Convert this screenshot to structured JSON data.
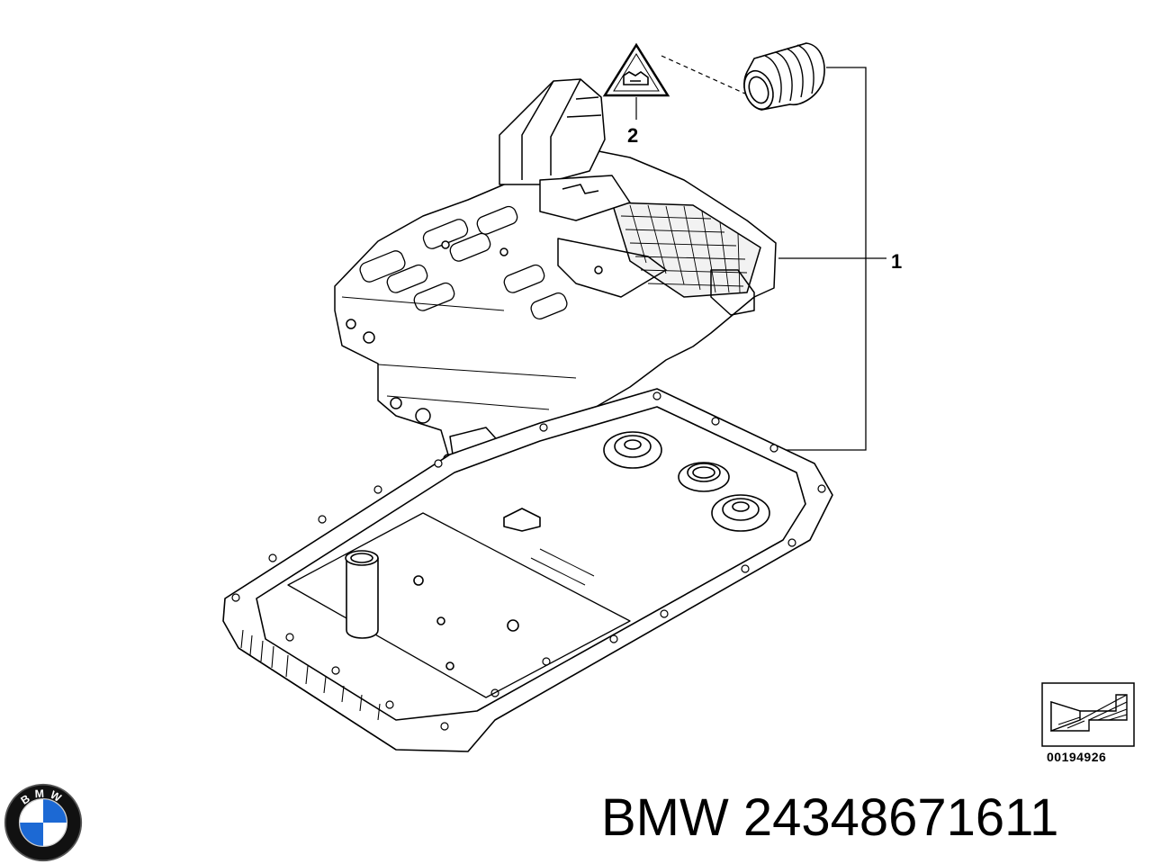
{
  "diagram": {
    "callouts": [
      {
        "id": "1",
        "label": "1",
        "part": "valve-body-mechatronic-unit-and-oil-pan"
      },
      {
        "id": "2",
        "label": "2",
        "part": "warning-label-triangle"
      }
    ],
    "reference_code": "00194926",
    "icons": [
      "warning-triangle-icon",
      "orientation-arrow-icon",
      "bmw-roundel-logo"
    ]
  },
  "caption": {
    "brand": "BMW",
    "part_number": "24348671611",
    "full_text": "BMW 24348671611"
  },
  "logo": {
    "text": "BMW",
    "colors": {
      "blue": "#1c69d4",
      "white": "#ffffff",
      "ring": "#111111"
    }
  }
}
